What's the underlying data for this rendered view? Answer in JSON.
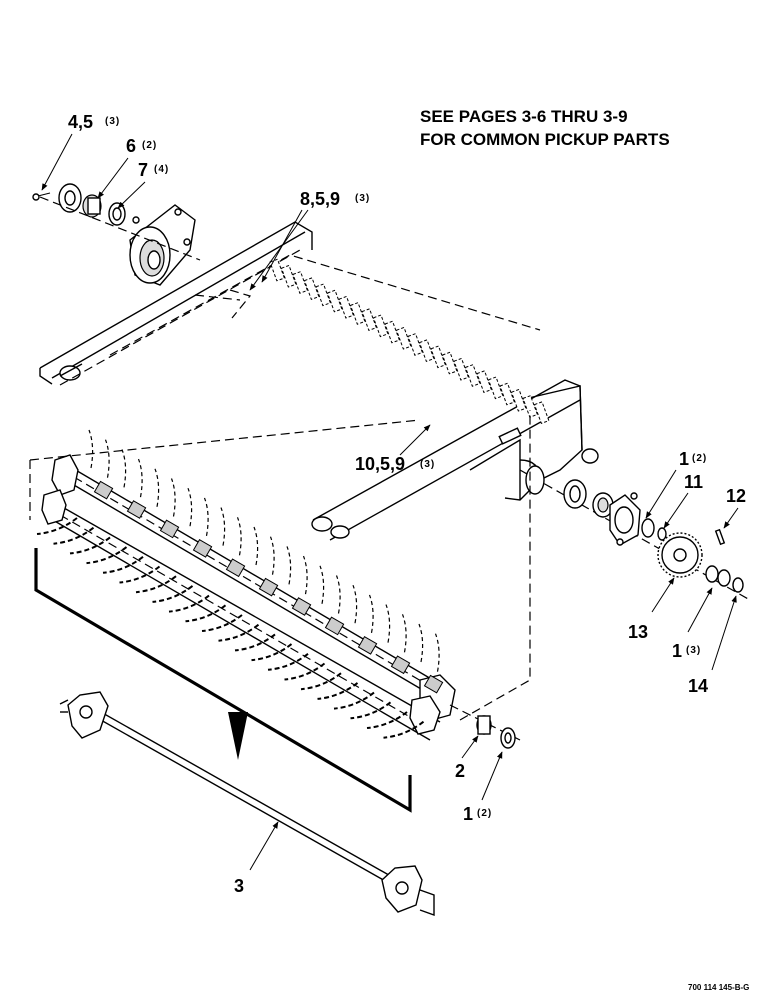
{
  "note": {
    "line1": "SEE PAGES 3-6 THRU 3-9",
    "line2": "FOR COMMON PICKUP PARTS"
  },
  "callouts": [
    {
      "id": "c-4-5",
      "label": "4,5",
      "qty": "(3)"
    },
    {
      "id": "c-6",
      "label": "6",
      "qty": "(2)"
    },
    {
      "id": "c-7",
      "label": "7",
      "qty": "(4)"
    },
    {
      "id": "c-8-5-9",
      "label": "8,5,9",
      "qty": "(3)"
    },
    {
      "id": "c-10-5-9",
      "label": "10,5,9",
      "qty": "(3)"
    },
    {
      "id": "c-1-top",
      "label": "1",
      "qty": "(2)"
    },
    {
      "id": "c-11",
      "label": "11",
      "qty": ""
    },
    {
      "id": "c-12",
      "label": "12",
      "qty": ""
    },
    {
      "id": "c-13",
      "label": "13",
      "qty": ""
    },
    {
      "id": "c-1-mid",
      "label": "1",
      "qty": "(3)"
    },
    {
      "id": "c-14",
      "label": "14",
      "qty": ""
    },
    {
      "id": "c-2",
      "label": "2",
      "qty": ""
    },
    {
      "id": "c-1-bot",
      "label": "1",
      "qty": "(2)"
    },
    {
      "id": "c-3",
      "label": "3",
      "qty": ""
    }
  ],
  "figure_ref": "700 114 145-B-G"
}
